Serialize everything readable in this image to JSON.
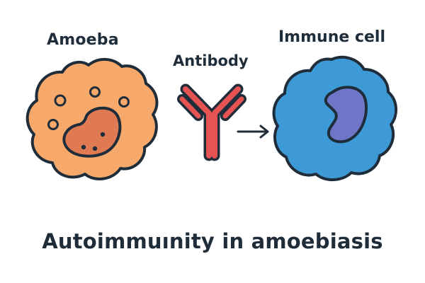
{
  "labels": {
    "amoeba": "Amoeba",
    "antibody": "Antibody",
    "immune_cell": "Immune cell",
    "title": "Autoimmuınity in amoebiasis"
  },
  "colors": {
    "amoeba_fill": "#f6a96a",
    "amoeba_nucleus": "#e07a52",
    "outline": "#1f2d3a",
    "antibody_red": "#e55353",
    "immune_fill": "#3d9ad6",
    "immune_nucleus": "#6f76c8"
  },
  "icons": {
    "amoeba": "amoeba-cell-icon",
    "antibody": "antibody-y-icon",
    "arrow": "arrow-right-icon",
    "immune_cell": "immune-cell-icon"
  }
}
